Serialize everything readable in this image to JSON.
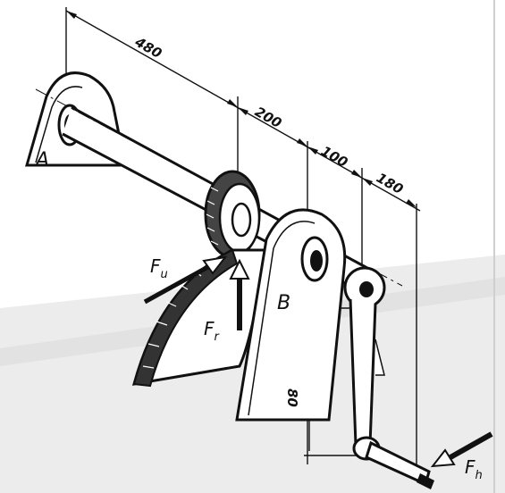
{
  "dimensions": {
    "d1": "480",
    "d2": "200",
    "d3": "100",
    "d4": "180",
    "vertical": "80"
  },
  "labels": {
    "bearing_a": "A",
    "bearing_b": "B"
  },
  "forces": {
    "fu_main": "F",
    "fu_sub": "u",
    "fr_main": "F",
    "fr_sub": "r",
    "fh_main": "F",
    "fh_sub": "h"
  },
  "colors": {
    "ink": "#111111",
    "paper": "#ffffff",
    "shade": "#e9e9e9"
  }
}
